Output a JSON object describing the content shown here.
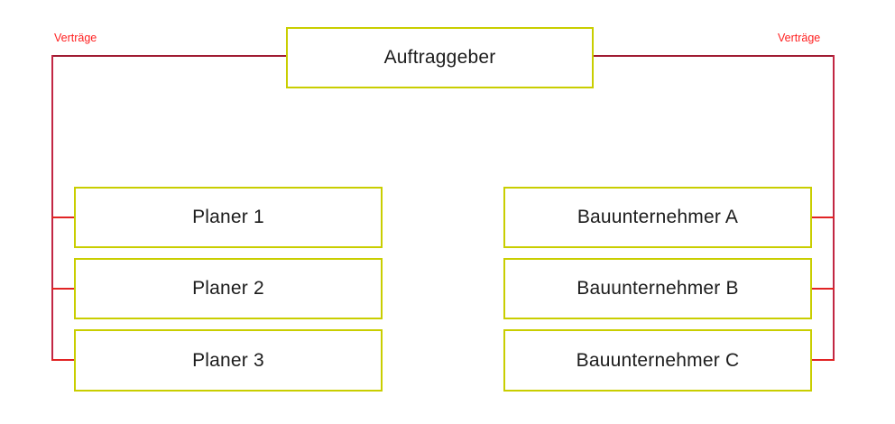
{
  "diagram": {
    "client": {
      "label": "Auftraggeber"
    },
    "planners": [
      {
        "label": "Planer 1"
      },
      {
        "label": "Planer 2"
      },
      {
        "label": "Planer 3"
      }
    ],
    "contractors": [
      {
        "label": "Bauunternehmer A"
      },
      {
        "label": "Bauunternehmer B"
      },
      {
        "label": "Bauunternehmer C"
      }
    ],
    "edge_labels": {
      "left": "Verträge",
      "right": "Verträge"
    },
    "colors": {
      "background": "#ffffff",
      "box_border": "#c9ce00",
      "box_text": "#1c1c1c",
      "connector_top": "#a01b32",
      "connector_trunk": "#c22743",
      "connector_stub": "#e12424",
      "edge_label_text": "#ff2020"
    }
  }
}
